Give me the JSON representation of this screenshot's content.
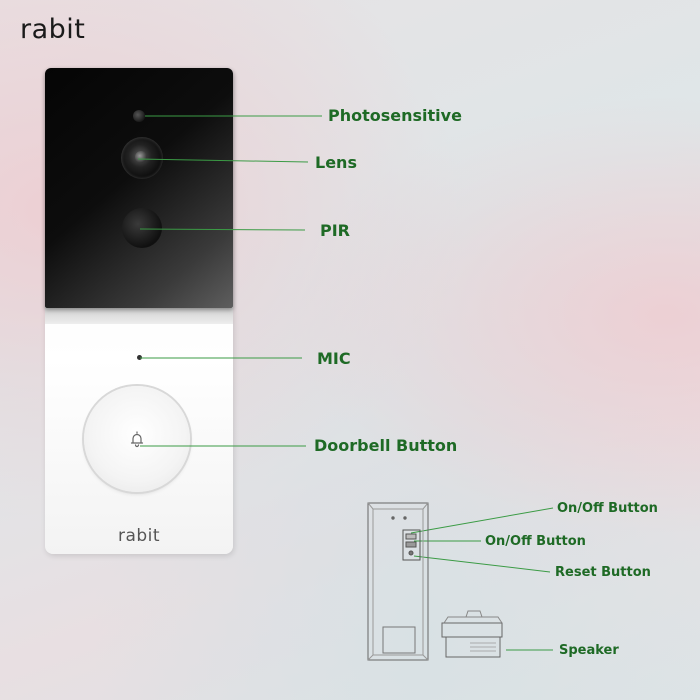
{
  "brand": {
    "name": "rabit"
  },
  "device": {
    "logo": "rabit"
  },
  "labels": {
    "photosensitive": "Photosensitive",
    "lens": "Lens",
    "pir": "PIR",
    "mic": "MIC",
    "doorbell_button": "Doorbell Button"
  },
  "back_labels": {
    "onoff_button_1": "On/Off Button",
    "onoff_button_2": "On/Off Button",
    "reset_button": "Reset Button",
    "speaker": "Speaker"
  },
  "colors": {
    "label_green": "#1e6a25",
    "leader_line": "#3b9b45",
    "glass_black": "#0d0d0d",
    "body_white": "#f7f7f7"
  },
  "icons": {
    "doorbell": "bell-icon"
  }
}
